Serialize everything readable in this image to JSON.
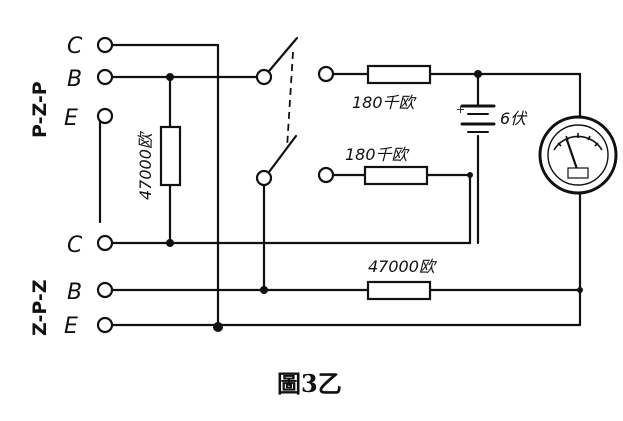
{
  "terminals": {
    "c1": "C",
    "b1": "B",
    "e1": "E",
    "c2": "C",
    "b2": "B",
    "e2": "E"
  },
  "transistor_labels": {
    "pnp": "P-Z-P",
    "npn": "Z-P-Z"
  },
  "resistors": {
    "r_47k_vertical": "47000欧",
    "r_180k_top": "180千欧",
    "r_180k_mid": "180千欧",
    "r_47k_bottom": "47000欧"
  },
  "battery": "6伏",
  "caption": "圖3乙"
}
